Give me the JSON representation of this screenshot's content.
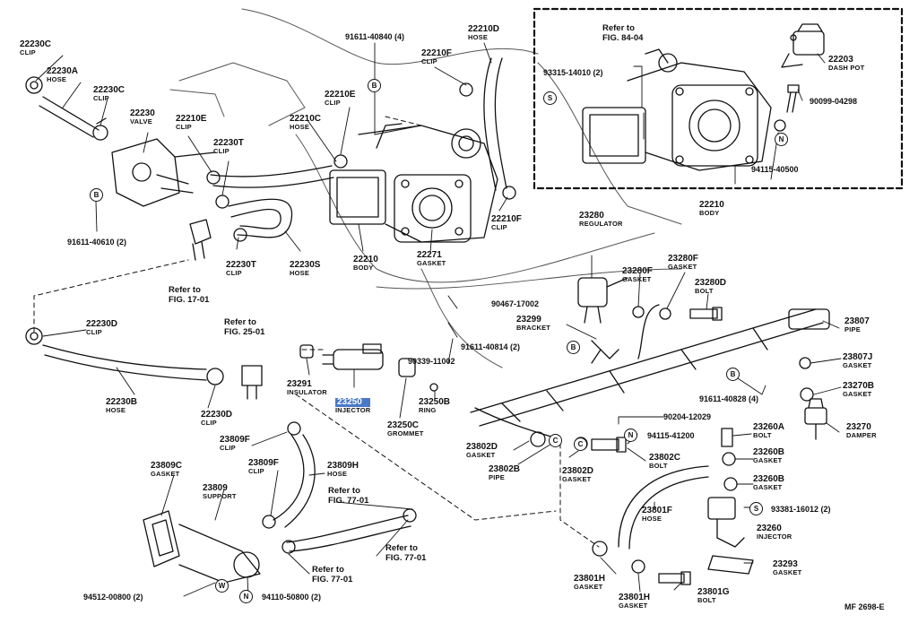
{
  "labels": [
    {
      "id": "22230C",
      "num": "22230C",
      "name": "CLIP"
    },
    {
      "id": "22230A",
      "num": "22230A",
      "name": "HOSE"
    },
    {
      "id": "22230C2",
      "num": "22230C",
      "name": "CLIP"
    },
    {
      "id": "22230",
      "num": "22230",
      "name": "VALVE"
    },
    {
      "id": "22210E1",
      "num": "22210E",
      "name": "CLIP"
    },
    {
      "id": "22230T1",
      "num": "22230T",
      "name": "CLIP"
    },
    {
      "id": "22210E2",
      "num": "22210E",
      "name": "CLIP"
    },
    {
      "id": "22210C",
      "num": "22210C",
      "name": "HOSE"
    },
    {
      "id": "22210F1",
      "num": "22210F",
      "name": "CLIP"
    },
    {
      "id": "22210D",
      "num": "22210D",
      "name": "HOSE"
    },
    {
      "id": "22210F2",
      "num": "22210F",
      "name": "CLIP"
    },
    {
      "id": "22230T2",
      "num": "22230T",
      "name": "CLIP"
    },
    {
      "id": "22230S",
      "num": "22230S",
      "name": "HOSE"
    },
    {
      "id": "22210",
      "num": "22210",
      "name": "BODY"
    },
    {
      "id": "22271",
      "num": "22271",
      "name": "GASKET"
    },
    {
      "id": "22203",
      "num": "22203",
      "name": "DASH POT"
    },
    {
      "id": "22210B",
      "num": "22210",
      "name": "BODY"
    },
    {
      "id": "22230D1",
      "num": "22230D",
      "name": "CLIP"
    },
    {
      "id": "22230B",
      "num": "22230B",
      "name": "HOSE"
    },
    {
      "id": "22230D2",
      "num": "22230D",
      "name": "CLIP"
    },
    {
      "id": "23280",
      "num": "23280",
      "name": "REGULATOR"
    },
    {
      "id": "23280F1",
      "num": "23280F",
      "name": "GASKET"
    },
    {
      "id": "23280F2",
      "num": "23280F",
      "name": "GASKET"
    },
    {
      "id": "23280D",
      "num": "23280D",
      "name": "BOLT"
    },
    {
      "id": "23299",
      "num": "23299",
      "name": "BRACKET"
    },
    {
      "id": "23807",
      "num": "23807",
      "name": "PIPE"
    },
    {
      "id": "23807J",
      "num": "23807J",
      "name": "GASKET"
    },
    {
      "id": "23270B",
      "num": "23270B",
      "name": "GASKET"
    },
    {
      "id": "23270",
      "num": "23270",
      "name": "DAMPER"
    },
    {
      "id": "23291",
      "num": "23291",
      "name": "INSULATOR"
    },
    {
      "id": "23250",
      "num": "23250",
      "name": "INJECTOR"
    },
    {
      "id": "23250B",
      "num": "23250B",
      "name": "RING"
    },
    {
      "id": "23250C",
      "num": "23250C",
      "name": "GROMMET"
    },
    {
      "id": "23260A",
      "num": "23260A",
      "name": "BOLT"
    },
    {
      "id": "23260B1",
      "num": "23260B",
      "name": "GASKET"
    },
    {
      "id": "23260B2",
      "num": "23260B",
      "name": "GASKET"
    },
    {
      "id": "23260",
      "num": "23260",
      "name": "INJECTOR"
    },
    {
      "id": "23293",
      "num": "23293",
      "name": "GASKET"
    },
    {
      "id": "23802D1",
      "num": "23802D",
      "name": "GASKET"
    },
    {
      "id": "23802B",
      "num": "23802B",
      "name": "PIPE"
    },
    {
      "id": "23802D2",
      "num": "23802D",
      "name": "GASKET"
    },
    {
      "id": "23802C",
      "num": "23802C",
      "name": "BOLT"
    },
    {
      "id": "23801F",
      "num": "23801F",
      "name": "HOSE"
    },
    {
      "id": "23801H1",
      "num": "23801H",
      "name": "GASKET"
    },
    {
      "id": "23801H2",
      "num": "23801H",
      "name": "GASKET"
    },
    {
      "id": "23801G",
      "num": "23801G",
      "name": "BOLT"
    },
    {
      "id": "23809F1",
      "num": "23809F",
      "name": "CLIP"
    },
    {
      "id": "23809F2",
      "num": "23809F",
      "name": "CLIP"
    },
    {
      "id": "23809H",
      "num": "23809H",
      "name": "HOSE"
    },
    {
      "id": "23809C",
      "num": "23809C",
      "name": "GASKET"
    },
    {
      "id": "23809",
      "num": "23809",
      "name": "SUPPORT"
    }
  ],
  "codes": {
    "c91611_40840": "91611-40840 (4)",
    "c93315_14010": "93315-14010 (2)",
    "c90099_04298": "90099-04298",
    "c94115_40500": "94115-40500",
    "c91611_40610": "91611-40610 (2)",
    "c90467_17002": "90467-17002",
    "c91611_40814": "91611-40814 (2)",
    "c90339_11002": "90339-11002",
    "c91611_40828": "91611-40828 (4)",
    "c90204_12029": "90204-12029",
    "c94115_41200": "94115-41200",
    "c93381_16012": "93381-16012 (2)",
    "c94512_00800": "94512-00800 (2)",
    "c94110_50800": "94110-50800 (2)"
  },
  "refs": {
    "r84": {
      "a": "Refer to",
      "b": "FIG. 84-04"
    },
    "r17": {
      "a": "Refer to",
      "b": "FIG. 17-01"
    },
    "r25": {
      "a": "Refer to",
      "b": "FIG. 25-01"
    },
    "r77a": {
      "a": "Refer to",
      "b": "FIG. 77-01"
    },
    "r77b": {
      "a": "Refer to",
      "b": "FIG. 77-01"
    },
    "r77c": {
      "a": "Refer to",
      "b": "FIG. 77-01"
    }
  },
  "symbols": {
    "B": "B",
    "S": "S",
    "N": "N",
    "C": "C",
    "W": "W"
  },
  "footer": "MF 2698-E",
  "colors": {
    "ink": "#111111",
    "highlight": "#4a78c8",
    "background": "#ffffff"
  }
}
